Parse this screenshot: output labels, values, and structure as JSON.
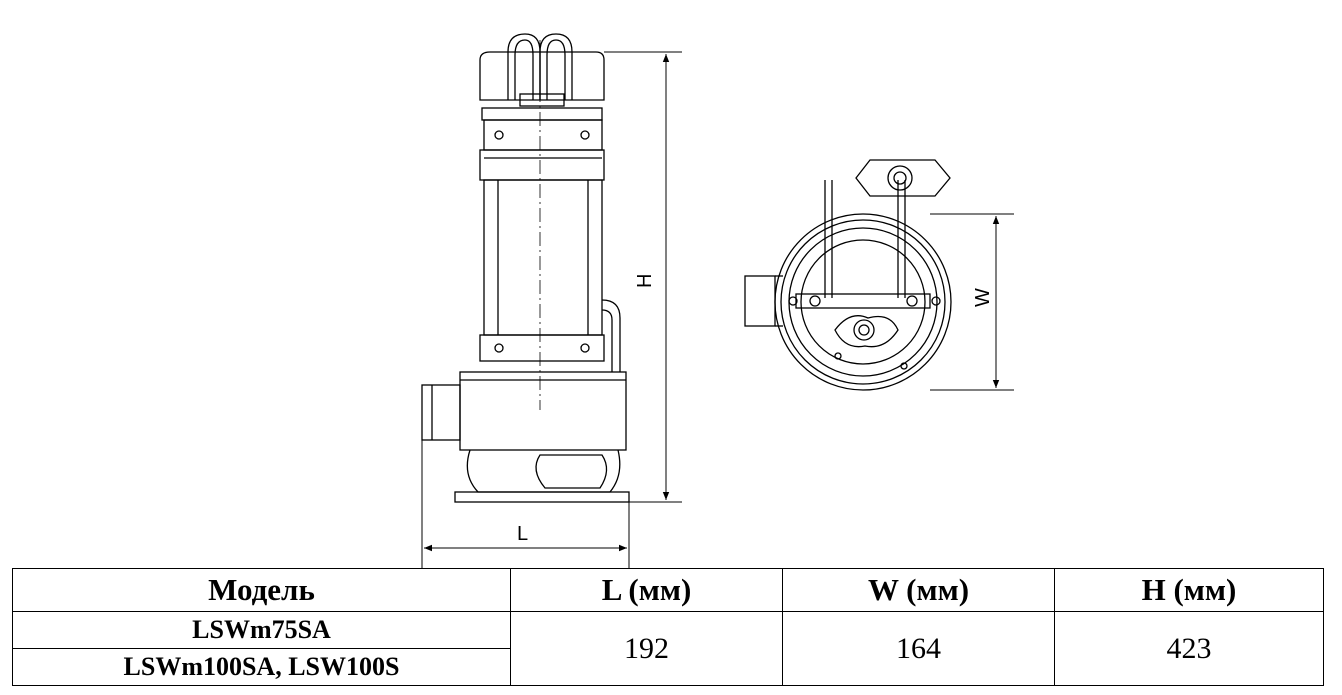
{
  "diagram": {
    "dimension_labels": {
      "height": "H",
      "length": "L",
      "width": "W"
    }
  },
  "table": {
    "headers": [
      "Модель",
      "L (мм)",
      "W (мм)",
      "H (мм)"
    ],
    "models": [
      "LSWm75SA",
      "LSWm100SA, LSW100S"
    ],
    "values": {
      "L": "192",
      "W": "164",
      "H": "423"
    }
  }
}
